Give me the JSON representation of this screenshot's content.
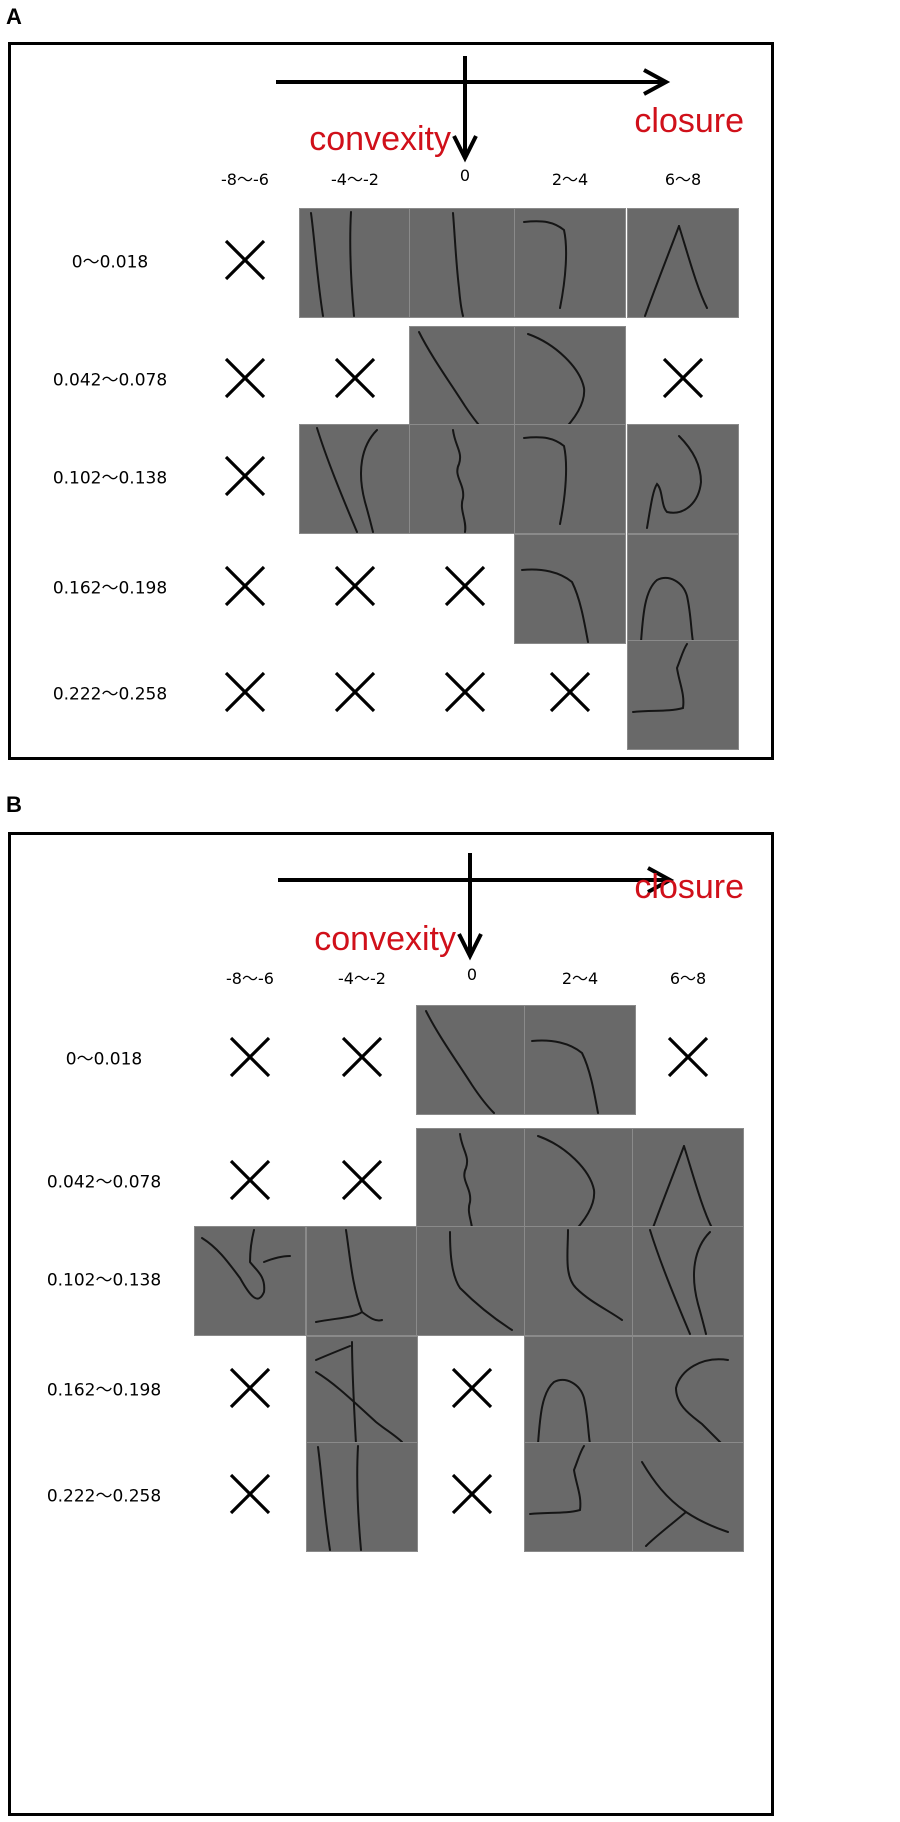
{
  "panels": [
    {
      "letter": "A",
      "x_axis_label": "closure",
      "y_axis_label": "convexity",
      "columns": [
        "-8〜-6",
        "-4〜-2",
        "0",
        "2〜4",
        "6〜8"
      ],
      "rows": [
        "0〜0.018",
        "0.042〜0.078",
        "0.102〜0.138",
        "0.162〜0.198",
        "0.222〜0.258"
      ],
      "cells": [
        [
          "empty",
          "crack-two-lines",
          "crack-line",
          "crack-bracket",
          "crack-v"
        ],
        [
          "empty",
          "empty",
          "crack-diagonal",
          "crack-arc",
          "empty"
        ],
        [
          "empty",
          "crack-curve-pair",
          "crack-wiggle",
          "crack-bracket",
          "crack-hook"
        ],
        [
          "empty",
          "empty",
          "empty",
          "crack-corner",
          "crack-cap"
        ],
        [
          "empty",
          "empty",
          "empty",
          "empty",
          "crack-step"
        ]
      ]
    },
    {
      "letter": "B",
      "x_axis_label": "closure",
      "y_axis_label": "convexity",
      "columns": [
        "-8〜-6",
        "-4〜-2",
        "0",
        "2〜4",
        "6〜8"
      ],
      "rows": [
        "0〜0.018",
        "0.042〜0.078",
        "0.102〜0.138",
        "0.162〜0.198",
        "0.222〜0.258"
      ],
      "cells": [
        [
          "empty",
          "empty",
          "crack-diagonal",
          "crack-corner",
          "empty"
        ],
        [
          "empty",
          "empty",
          "crack-wiggle",
          "crack-arc",
          "crack-v"
        ],
        [
          "crack-loop",
          "crack-foot",
          "crack-elbow",
          "crack-hook-open",
          "crack-curve-pair"
        ],
        [
          "empty",
          "crack-branch",
          "empty",
          "crack-cap",
          "crack-loop-right"
        ],
        [
          "empty",
          "crack-two-lines",
          "empty",
          "crack-step",
          "crack-chevron"
        ]
      ]
    }
  ]
}
